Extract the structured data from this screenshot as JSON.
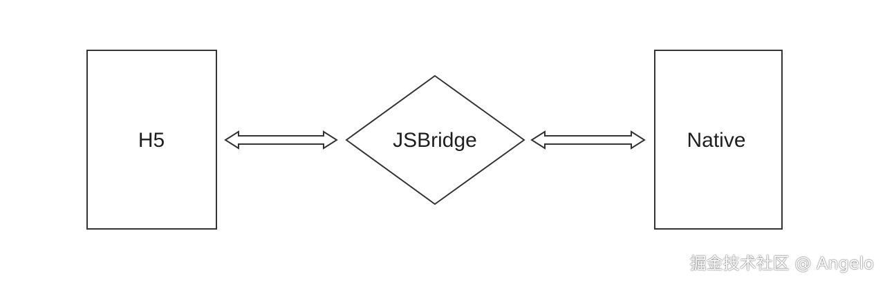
{
  "diagram": {
    "nodes": [
      {
        "id": "h5",
        "label": "H5",
        "shape": "rectangle"
      },
      {
        "id": "jsbridge",
        "label": "JSBridge",
        "shape": "diamond"
      },
      {
        "id": "native",
        "label": "Native",
        "shape": "rectangle"
      }
    ],
    "edges": [
      {
        "from": "h5",
        "to": "jsbridge",
        "direction": "bidirectional"
      },
      {
        "from": "jsbridge",
        "to": "native",
        "direction": "bidirectional"
      }
    ],
    "colors": {
      "stroke": "#333333",
      "text": "#1f1f1f",
      "background": "#ffffff"
    }
  },
  "watermark": "掘金技术社区 @ Angelo"
}
